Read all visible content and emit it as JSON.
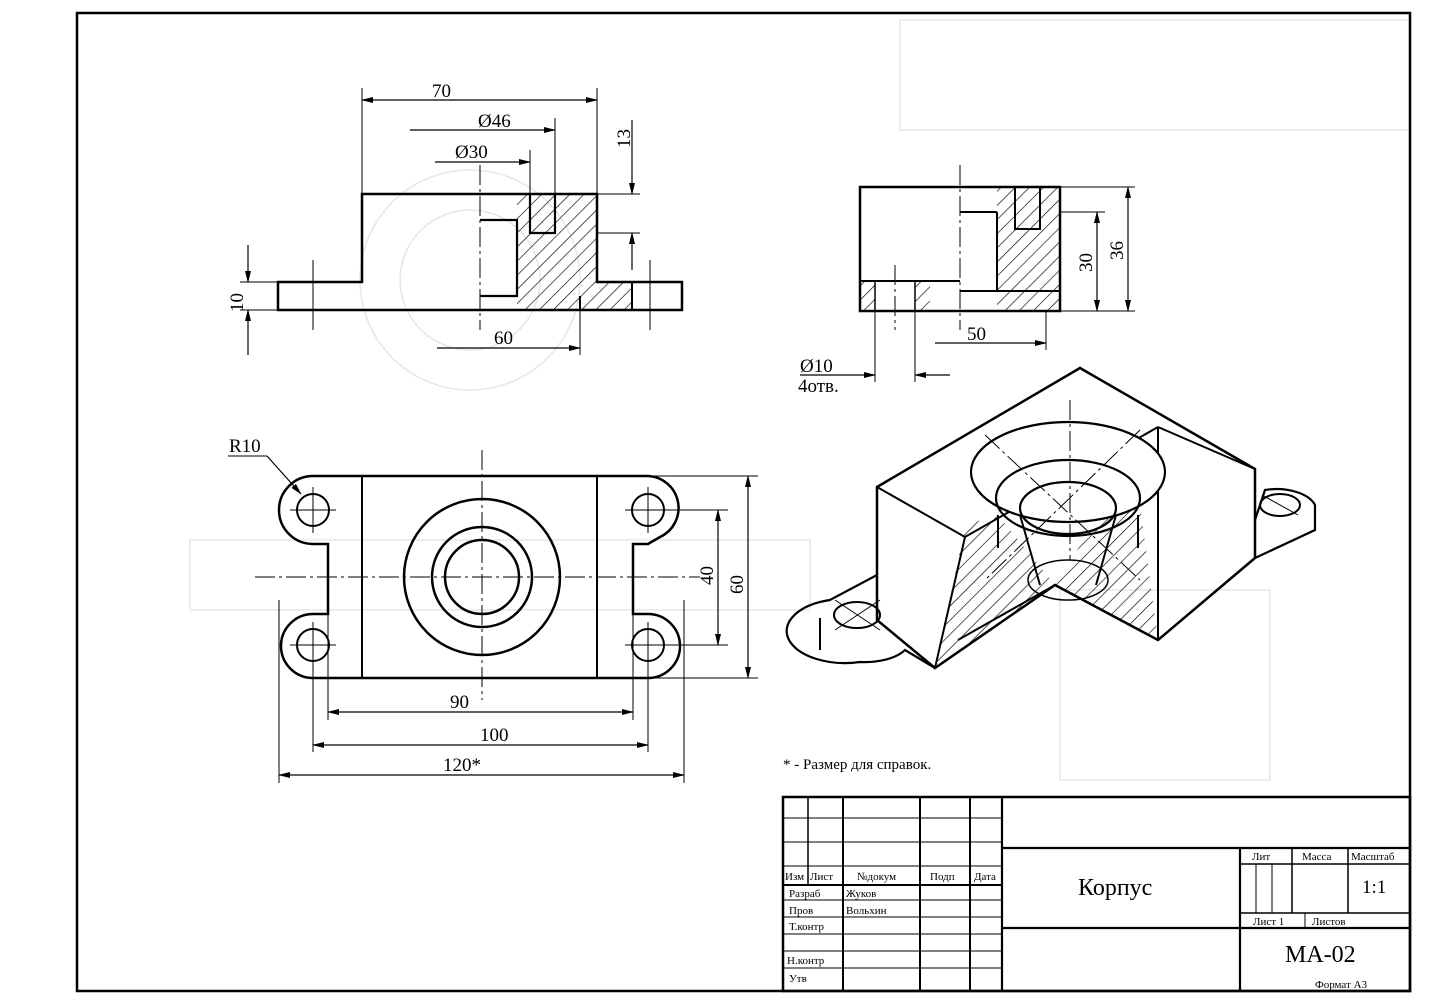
{
  "drawing": {
    "title": "Корпус",
    "designation": "МА-02",
    "scale": "1:1",
    "format": "Формат А3",
    "note": "* - Размер для справок."
  },
  "dimensions": {
    "front": {
      "d70": "70",
      "d46": "Ø46",
      "d30": "Ø30",
      "d13": "13",
      "d10": "10",
      "d60": "60"
    },
    "side": {
      "d30": "30",
      "d36": "36",
      "d50": "50",
      "d10": "Ø10",
      "holes": "4отв."
    },
    "top": {
      "r10": "R10",
      "d40": "40",
      "d60": "60",
      "d90": "90",
      "d100": "100",
      "d120": "120*"
    }
  },
  "title_block": {
    "col_izm": "Изм",
    "col_list": "Лист",
    "col_doc": "№докум",
    "col_sign": "Подп",
    "col_date": "Дата",
    "row_razrab": "Разраб",
    "row_prov": "Пров",
    "row_tkontr": "Т.контр",
    "row_nkontr": "Н.контр",
    "row_utv": "Утв",
    "name_razrab": "Жуков",
    "name_prov": "Вольхин",
    "lit": "Лит",
    "massa": "Масса",
    "masshtab": "Масштаб",
    "sheet_no": "Лист 1",
    "sheets": "Листов"
  }
}
